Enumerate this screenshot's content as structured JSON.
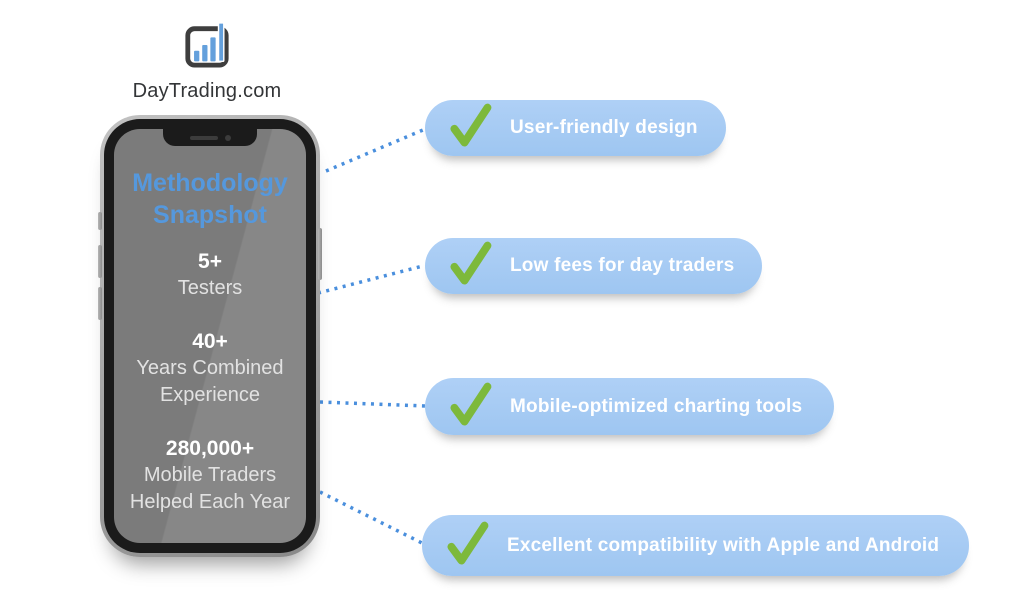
{
  "brand": {
    "name": "DayTrading.com",
    "logo_icon": "bar-chart-icon"
  },
  "phone": {
    "title_line1": "Methodology",
    "title_line2": "Snapshot",
    "stats": [
      {
        "value": "5+",
        "label1": "Testers"
      },
      {
        "value": "40+",
        "label1": "Years Combined",
        "label2": "Experience"
      },
      {
        "value": "280,000+",
        "label1": "Mobile Traders",
        "label2": "Helped Each Year"
      }
    ]
  },
  "features": [
    {
      "icon": "check-icon",
      "label": "User-friendly design"
    },
    {
      "icon": "check-icon",
      "label": "Low fees for day traders"
    },
    {
      "icon": "check-icon",
      "label": "Mobile-optimized charting tools"
    },
    {
      "icon": "check-icon",
      "label": "Excellent compatibility with Apple and Android"
    }
  ],
  "colors": {
    "pill_blue": "#a6cbf3",
    "check_green": "#7db93b",
    "title_blue": "#5598dd",
    "connector_blue": "#4a8fdd",
    "screen_gray": "#7d7d7d",
    "brand_text": "#333537"
  }
}
